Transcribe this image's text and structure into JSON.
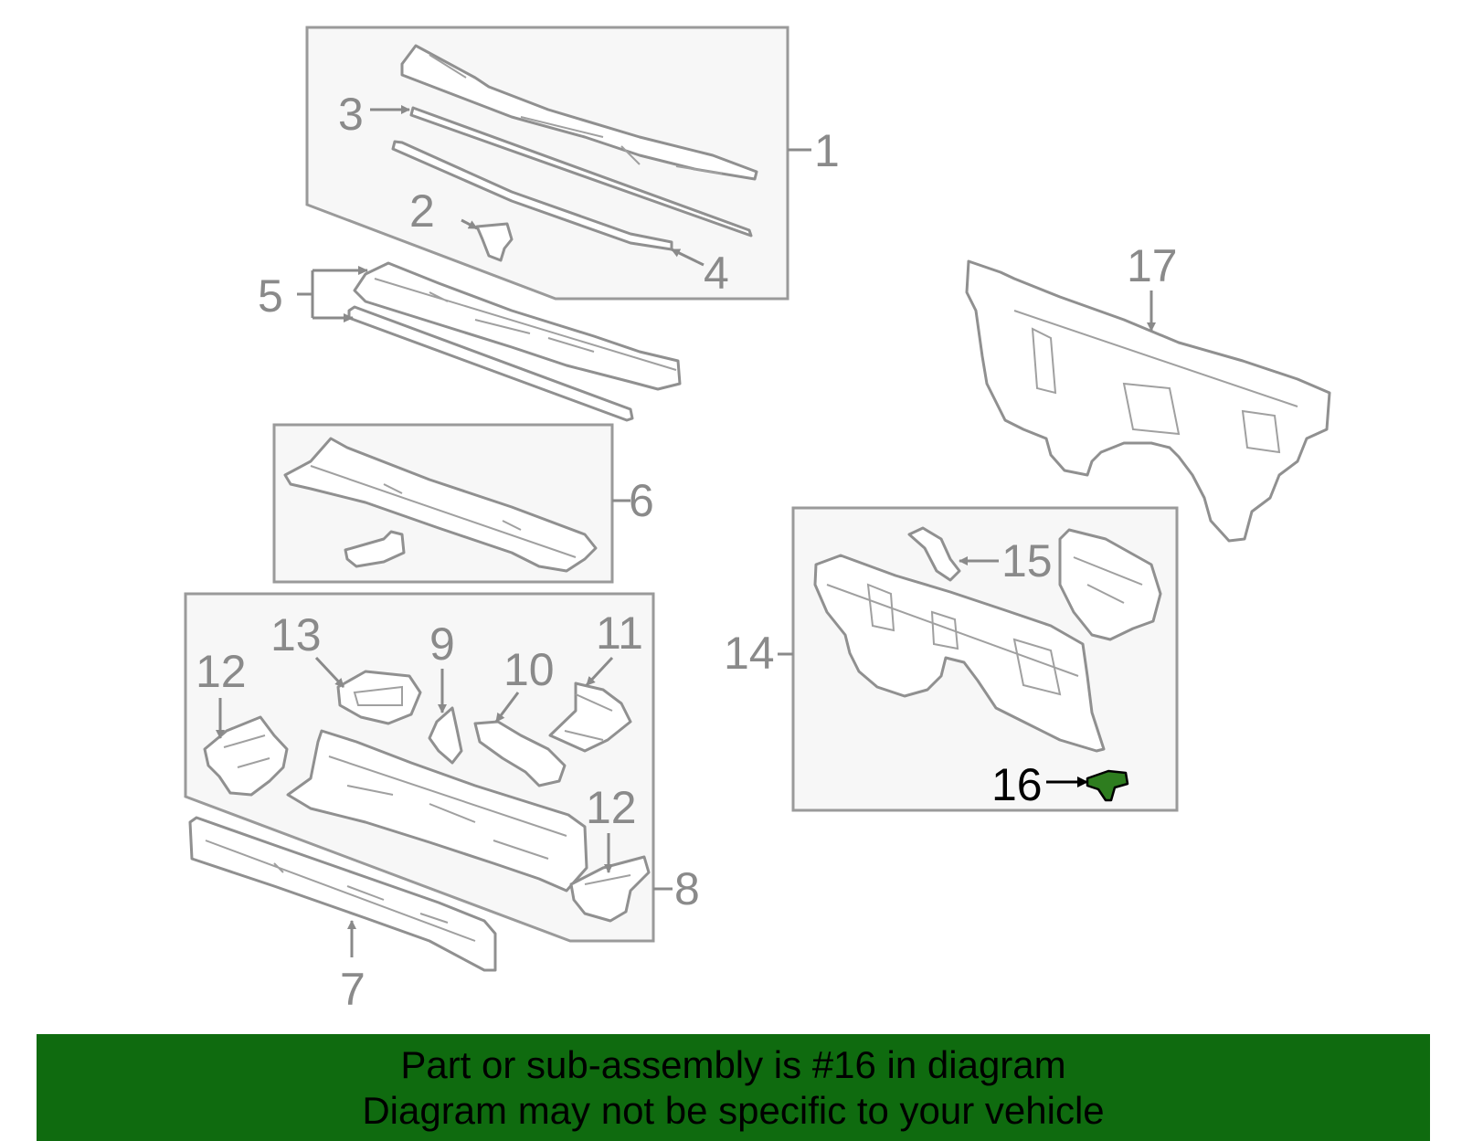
{
  "diagram": {
    "callouts": [
      {
        "id": "c1",
        "text": "1"
      },
      {
        "id": "c2",
        "text": "2"
      },
      {
        "id": "c3",
        "text": "3"
      },
      {
        "id": "c4",
        "text": "4"
      },
      {
        "id": "c5",
        "text": "5"
      },
      {
        "id": "c6",
        "text": "6"
      },
      {
        "id": "c7",
        "text": "7"
      },
      {
        "id": "c8",
        "text": "8"
      },
      {
        "id": "c9",
        "text": "9"
      },
      {
        "id": "c10",
        "text": "10"
      },
      {
        "id": "c11",
        "text": "11"
      },
      {
        "id": "c12a",
        "text": "12"
      },
      {
        "id": "c12b",
        "text": "12"
      },
      {
        "id": "c13",
        "text": "13"
      },
      {
        "id": "c14",
        "text": "14"
      },
      {
        "id": "c15",
        "text": "15"
      },
      {
        "id": "c16",
        "text": "16"
      },
      {
        "id": "c17",
        "text": "17"
      }
    ],
    "highlighted_part": "16",
    "highlight_color": "#2e7d1f",
    "line_color": "#8a8a8a"
  },
  "banner": {
    "line1": "Part or sub-assembly is #16 in diagram",
    "line2": "Diagram may not be specific to your vehicle",
    "background": "#0f6b0f"
  }
}
